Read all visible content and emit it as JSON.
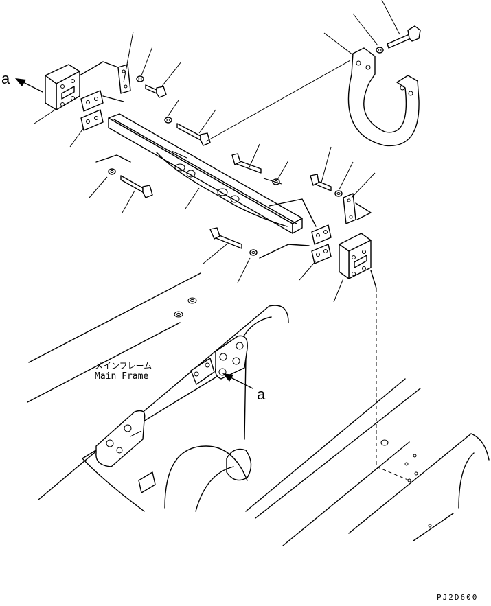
{
  "labels": {
    "view_arrow_left": "a",
    "view_arrow_frame": "a",
    "main_frame_jp": "メインフレーム",
    "main_frame_en": "Main Frame",
    "drawing_code": "PJ2D600"
  }
}
